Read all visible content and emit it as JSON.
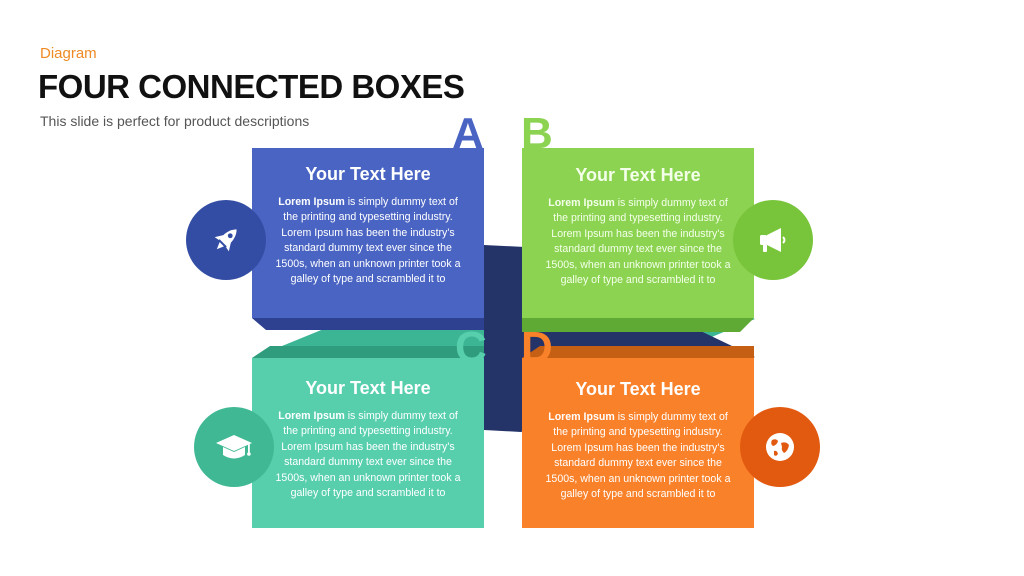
{
  "header": {
    "kicker": "Diagram",
    "title": "FOUR CONNECTED BOXES",
    "subtitle": "This slide is perfect for product descriptions"
  },
  "colors": {
    "a": "#4a64c3",
    "b": "#8cd352",
    "c": "#57cfad",
    "d": "#f98129",
    "a_circle": "#344da4",
    "b_circle": "#78c43a",
    "c_circle": "#3fb893",
    "d_circle": "#e25a10",
    "band_dark": "#253468",
    "band_teal": "#3cb595"
  },
  "boxes": [
    {
      "letter": "A",
      "heading": "Your Text Here",
      "lead": "Lorem Ipsum",
      "body": " is simply dummy text of the printing and typesetting industry. Lorem Ipsum has been the industry's standard dummy text ever since the 1500s, when an unknown printer took a galley of type and scrambled it to",
      "icon": "rocket-icon"
    },
    {
      "letter": "B",
      "heading": "Your Text Here",
      "lead": "Lorem Ipsum",
      "body": " is simply dummy text of the printing and typesetting industry. Lorem Ipsum has been the industry's standard dummy text ever since the 1500s, when an unknown printer took a galley of type and scrambled it to",
      "icon": "megaphone-icon"
    },
    {
      "letter": "C",
      "heading": "Your Text Here",
      "lead": "Lorem Ipsum",
      "body": " is simply dummy text of the printing and typesetting industry. Lorem Ipsum has been the industry's standard dummy text ever since the 1500s, when an unknown printer took a galley of type and scrambled it to",
      "icon": "graduation-cap-icon"
    },
    {
      "letter": "D",
      "heading": "Your Text Here",
      "lead": "Lorem Ipsum",
      "body": " is simply dummy text of the printing and typesetting industry. Lorem Ipsum has been the industry's standard dummy text ever since the 1500s, when an unknown printer took a galley of type and scrambled it to",
      "icon": "globe-icon"
    }
  ]
}
